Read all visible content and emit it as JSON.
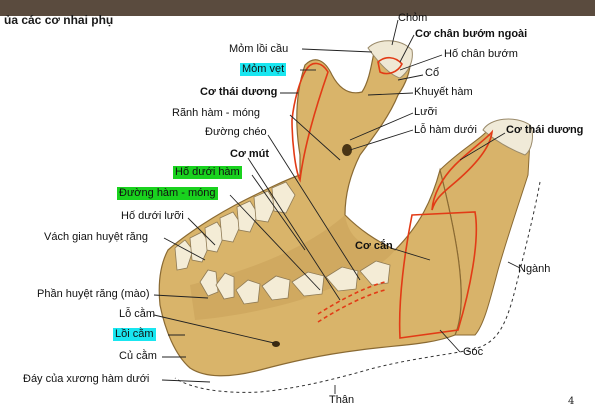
{
  "title": "ủa các cơ nhai phụ",
  "corner_mark": "4",
  "colors": {
    "bone": "#d9b46a",
    "bone_light": "#edd39a",
    "bone_shadow": "#a98544",
    "muscle_outline": "#e23b16",
    "highlight_cyan": "#19e6f0",
    "highlight_green": "#19d21e",
    "leader_line": "#222222"
  },
  "labels": {
    "chom": "Chỏm",
    "co_chan_buom_ngoai": "Cơ chân bướm ngoài",
    "ho_chan_buom": "Hố chân bướm",
    "mom_loi_cau": "Mỏm lồi cầu",
    "co": "Cổ",
    "mom_vet": "Mỏm vẹt",
    "khuyet_ham": "Khuyết hàm",
    "co_thai_duong_left": "Cơ thái dương",
    "luoi": "Lưỡi",
    "ranh_ham_mong": "Rãnh hàm - móng",
    "lo_ham_duoi": "Lỗ hàm dưới",
    "co_thai_duong_right": "Cơ thái dương",
    "duong_cheo": "Đường chéo",
    "co_mut": "Cơ mút",
    "ho_duoi_ham": "Hố dưới hàm",
    "duong_ham_mong": "Đường hàm - móng",
    "ho_duoi_luoi": "Hố dưới lưỡi",
    "vach_gian_huyet_rang": "Vách gian huyệt răng",
    "co_can": "Cơ cắn",
    "nganh": "Ngành",
    "phan_huyet_rang": "Phần huyệt răng (mào)",
    "lo_cam": "Lỗ cằm",
    "loi_cam": "Lồi cằm",
    "cu_cam": "Củ cằm",
    "goc": "Góc",
    "day_xuong_ham_duoi": "Đáy của xương hàm dưới",
    "than": "Thân"
  }
}
